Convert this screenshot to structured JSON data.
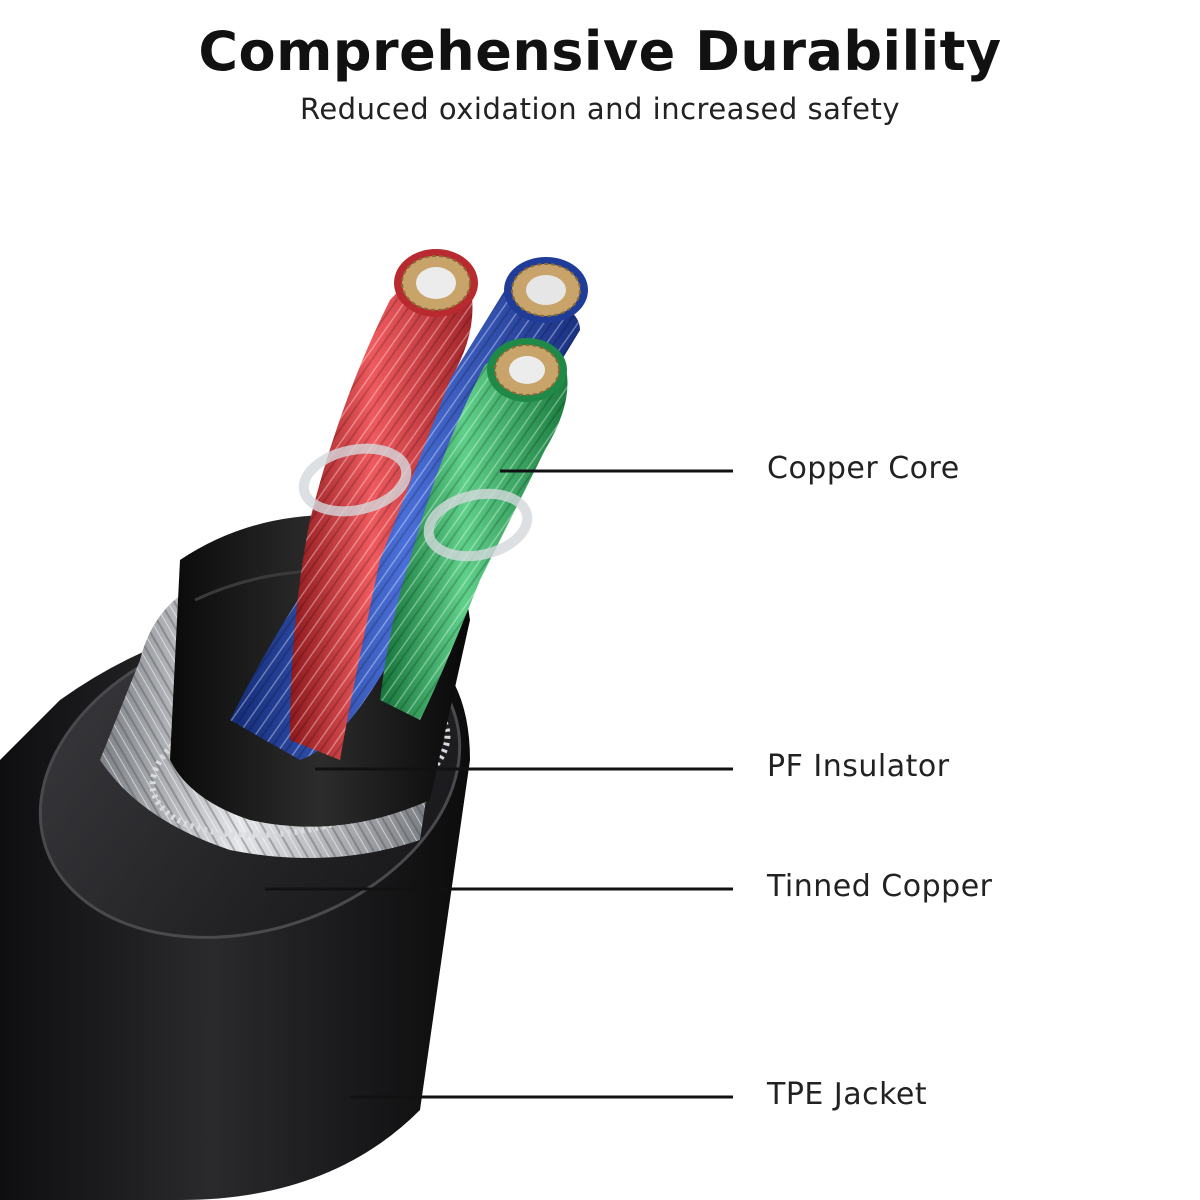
{
  "header": {
    "title": "Comprehensive Durability",
    "subtitle": "Reduced oxidation and increased safety"
  },
  "callouts": [
    {
      "id": "copper-core",
      "label": "Copper Core"
    },
    {
      "id": "pf-insulator",
      "label": "PF Insulator"
    },
    {
      "id": "tinned-copper",
      "label": "Tinned Copper"
    },
    {
      "id": "tpe-jacket",
      "label": "TPE Jacket"
    }
  ],
  "colors": {
    "jacket": "#1b1b1d",
    "shield": "#b9bcc0",
    "insulator": "#141414",
    "wire_red": "#d8343a",
    "wire_blue": "#2a4fb8",
    "wire_green": "#2fae5c",
    "copper": "#c8a46a",
    "line": "#111111"
  }
}
